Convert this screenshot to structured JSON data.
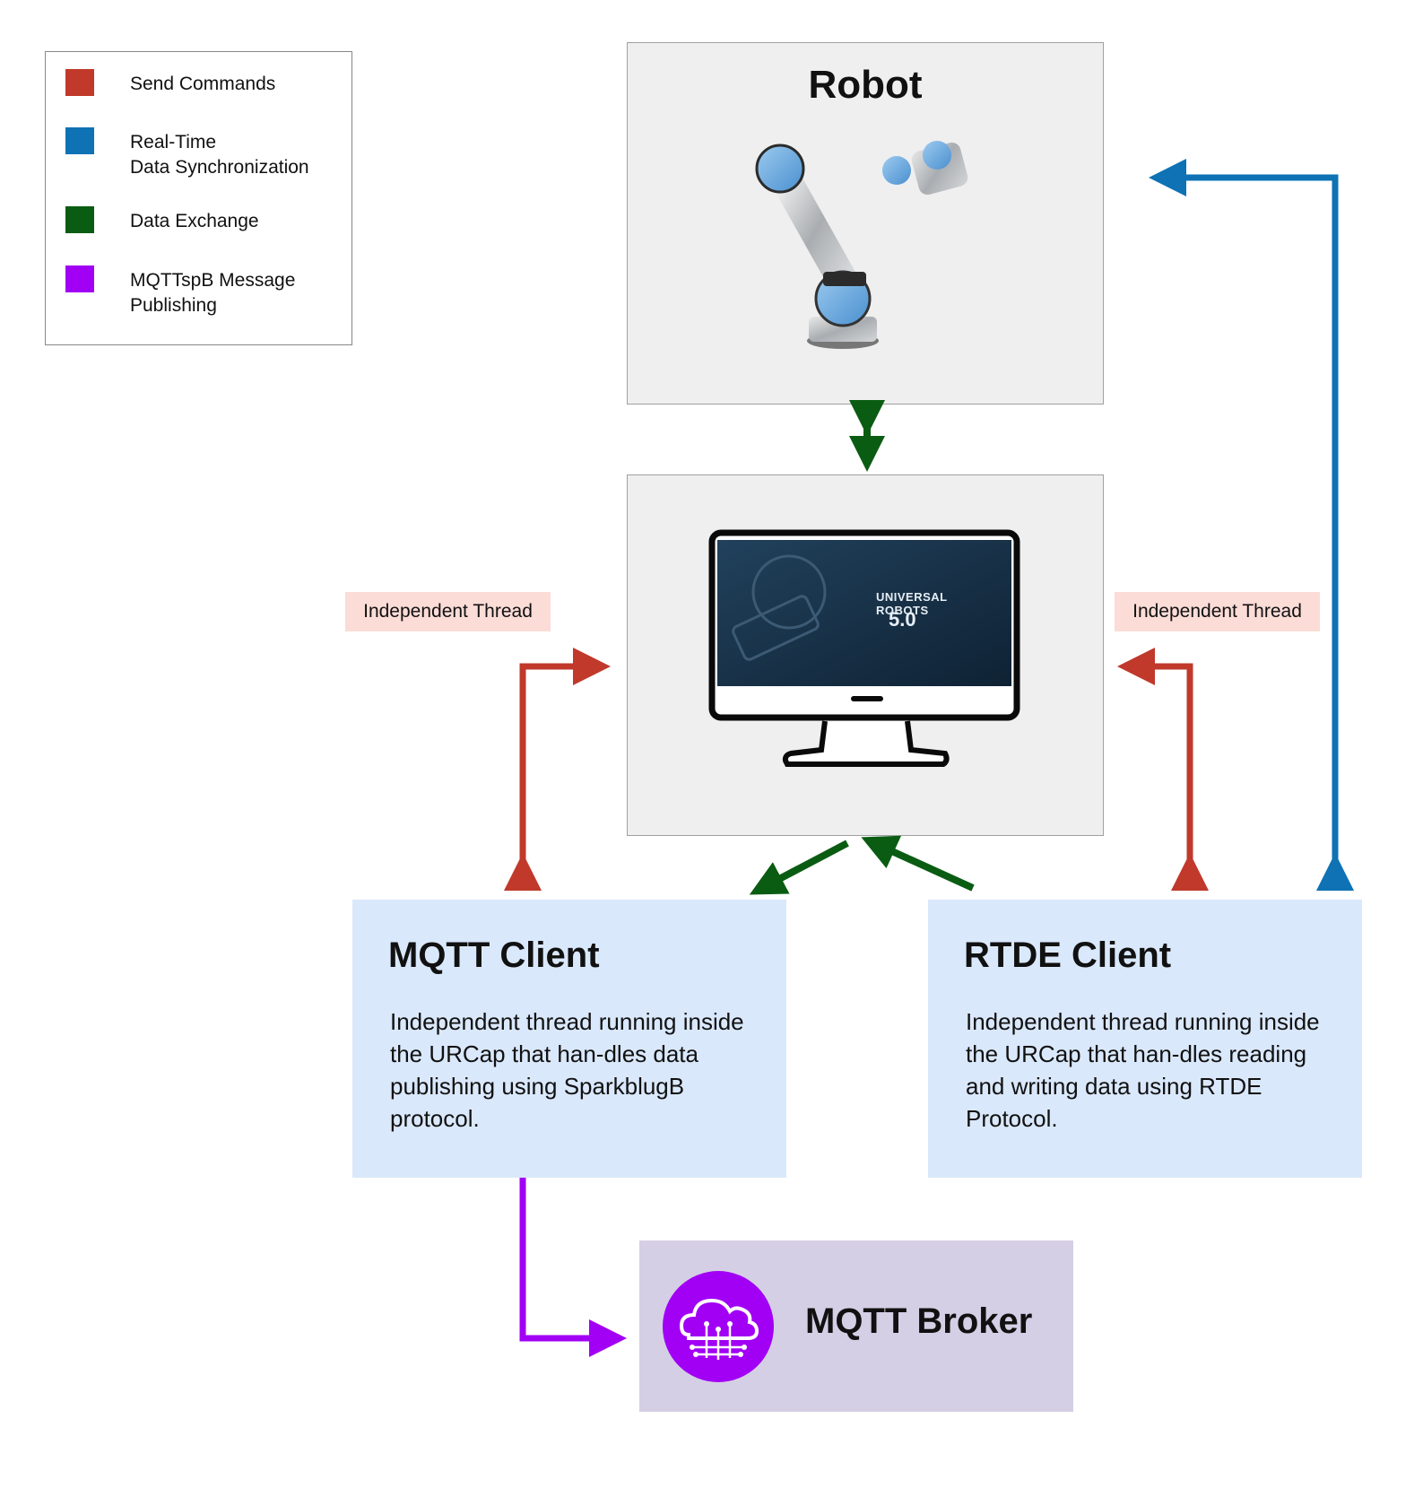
{
  "legend": {
    "items": [
      {
        "label": "Send Commands",
        "color": "#c0392b"
      },
      {
        "label": "Real-Time\nData Synchronization",
        "color": "#0e72b4"
      },
      {
        "label": "Data Exchange",
        "color": "#0a5c12"
      },
      {
        "label": "MQTTspB Message\nPublishing",
        "color": "#a100f5"
      }
    ]
  },
  "robot": {
    "title": "Robot"
  },
  "controller": {
    "brand": "UNIVERSAL ROBOTS",
    "version": "5.0"
  },
  "threads": {
    "left": "Independent Thread",
    "right": "Independent Thread"
  },
  "mqtt_client": {
    "title": "MQTT Client",
    "description": "Independent thread running inside the URCap that han-dles data publishing using SparkblugB protocol."
  },
  "rtde_client": {
    "title": "RTDE Client",
    "description": "Independent thread running inside the URCap that han-dles reading and writing data using RTDE Protocol."
  },
  "broker": {
    "label": "MQTT Broker"
  },
  "colors": {
    "send_commands": "#c0392b",
    "realtime_sync": "#0e72b4",
    "data_exchange": "#0a5c12",
    "mqtt_publish": "#a100f5"
  }
}
